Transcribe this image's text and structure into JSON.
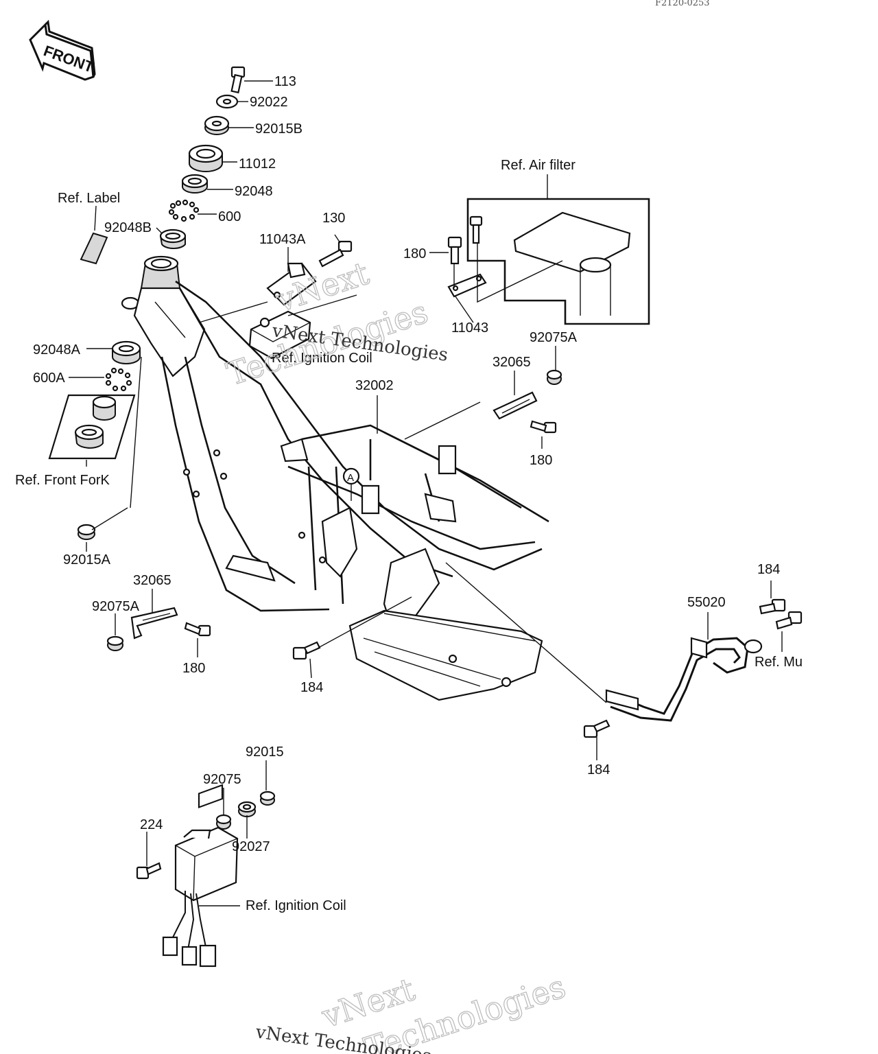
{
  "diagram_code": "F2120-0253",
  "front_badge": "FRONT",
  "watermark": {
    "line1": "vNext",
    "line2": "Technologies",
    "line3": "vNext Technologies"
  },
  "callout_a": "A",
  "parts": {
    "p113": "113",
    "p92022": "92022",
    "p92015B": "92015B",
    "p11012": "11012",
    "p92048": "92048",
    "p600": "600",
    "p92048B": "92048B",
    "p130": "130",
    "p11043A": "11043A",
    "p180_top": "180",
    "p11043": "11043",
    "p92075A_right": "92075A",
    "p32065_right": "32065",
    "p180_right": "180",
    "p32002": "32002",
    "p92048A": "92048A",
    "p600A": "600A",
    "p92015A": "92015A",
    "p32065_left": "32065",
    "p92075A_left": "92075A",
    "p180_left": "180",
    "p184_center": "184",
    "p184_right_top": "184",
    "p55020": "55020",
    "p184_bottom": "184",
    "p92015": "92015",
    "p92075": "92075",
    "p92027": "92027",
    "p224": "224"
  },
  "refs": {
    "label": "Ref. Label",
    "air_filter": "Ref. Air filter",
    "ignition_coil_top": "Ref. Ignition Coil",
    "front_fork": "Ref. Front ForK",
    "muffler": "Ref. Mu",
    "ignition_coil_bottom": "Ref. Ignition Coil"
  }
}
